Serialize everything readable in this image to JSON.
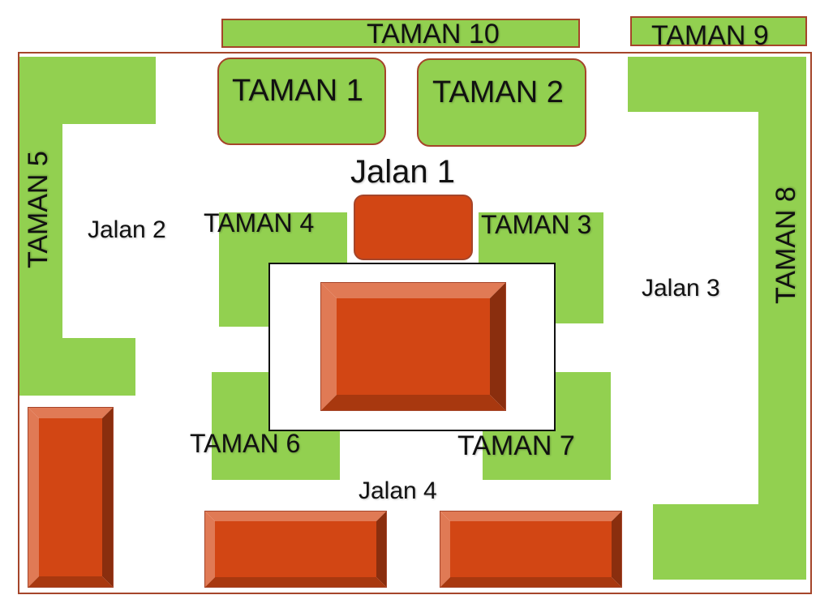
{
  "parks": {
    "taman_1": "TAMAN 1",
    "taman_2": "TAMAN 2",
    "taman_3": "TAMAN 3",
    "taman_4": "TAMAN 4",
    "taman_5": "TAMAN 5",
    "taman_6": "TAMAN 6",
    "taman_7": "TAMAN 7",
    "taman_8": "TAMAN 8",
    "taman_9": "TAMAN 9",
    "taman_10": "TAMAN 10"
  },
  "roads": {
    "jalan_1": "Jalan 1",
    "jalan_2": "Jalan 2",
    "jalan_3": "Jalan 3",
    "jalan_4": "Jalan 4"
  },
  "colors": {
    "park_green": "#92d050",
    "building_orange": "#d24614",
    "border_brown": "#a5452a"
  }
}
